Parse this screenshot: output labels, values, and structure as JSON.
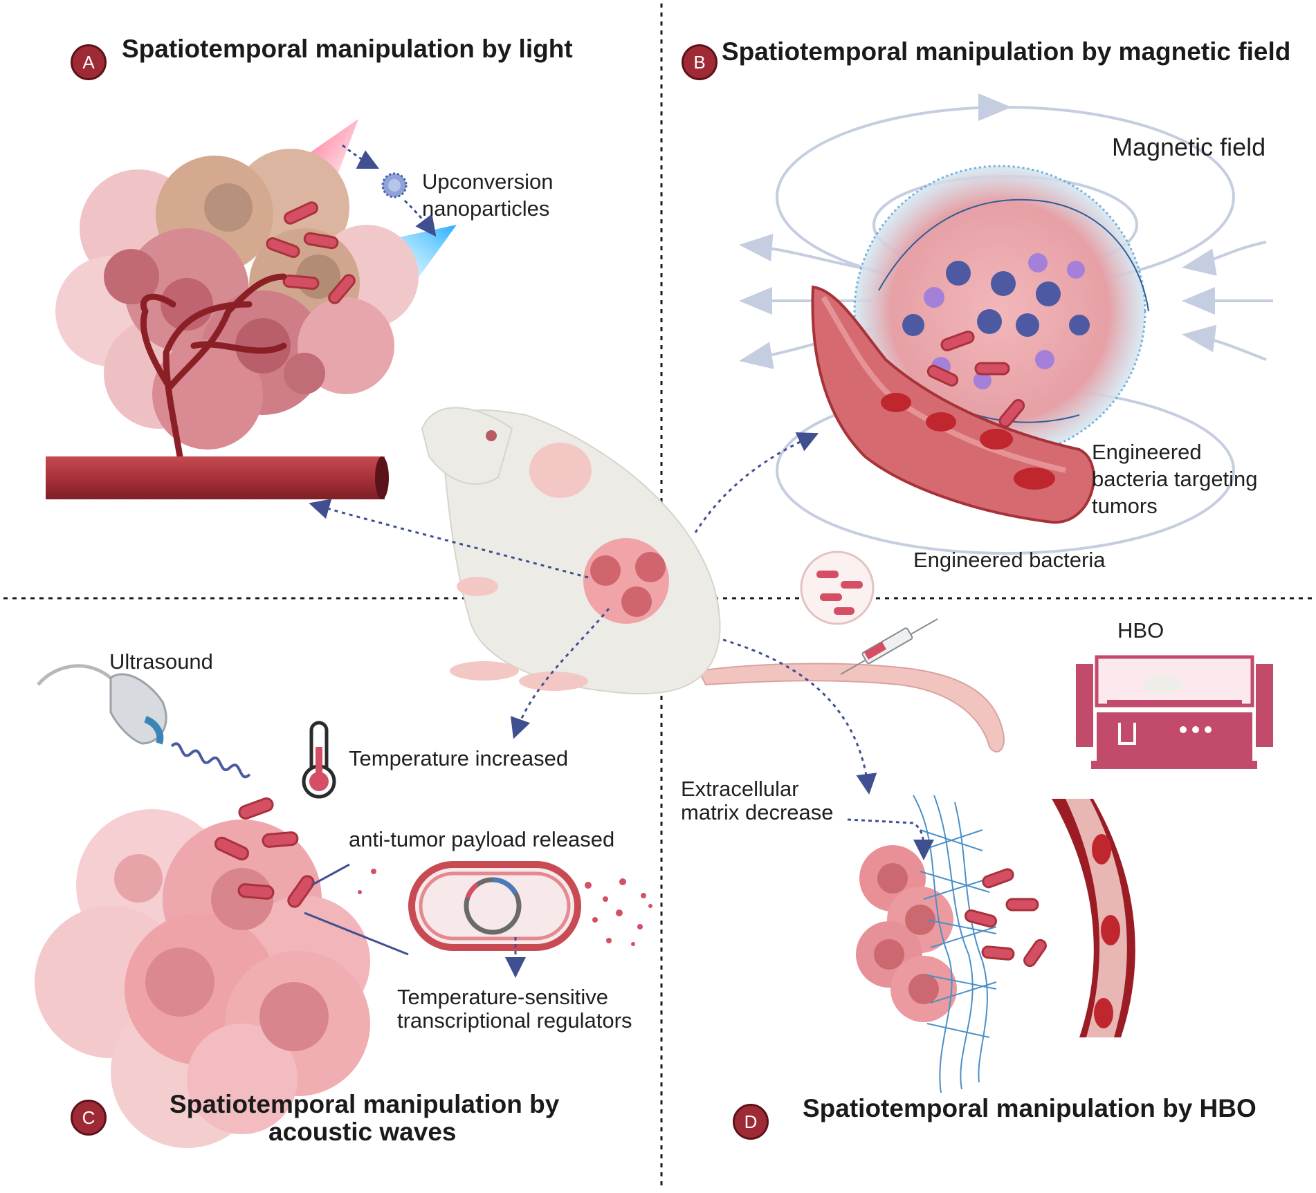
{
  "panels": {
    "a": {
      "letter": "A",
      "title": "Spatiotemporal manipulation by light"
    },
    "b": {
      "letter": "B",
      "title": "Spatiotemporal manipulation by magnetic field"
    },
    "c": {
      "letter": "C",
      "title_line1": "Spatiotemporal manipulation by",
      "title_line2": "acoustic waves"
    },
    "d": {
      "letter": "D",
      "title": "Spatiotemporal manipulation by HBO"
    }
  },
  "labels": {
    "upconversion_1": "Upconversion",
    "upconversion_2": "nanoparticles",
    "magnetic_field": "Magnetic field",
    "eng_target_1": "Engineered",
    "eng_target_2": "bacteria targeting",
    "eng_target_3": "tumors",
    "engineered_bacteria": "Engineered bacteria",
    "hbo": "HBO",
    "ultrasound": "Ultrasound",
    "temperature_increased": "Temperature increased",
    "payload": "anti-tumor payload  released",
    "temp_sensitive_1": "Temperature-sensitive",
    "temp_sensitive_2": "transcriptional regulators",
    "ecm_1": "Extracellular",
    "ecm_2": "matrix decrease"
  },
  "colors": {
    "badge": "#9e2a35",
    "vessel": "#a8323a",
    "tumor": "#e8959a",
    "bacteria": "#c94a5c",
    "arrow": "#3f4f8f",
    "field": "#c5cde0",
    "ecm": "#4a90c8",
    "hbo_device": "#c24a6a"
  },
  "icons": [
    "thermometer-icon",
    "ultrasound-probe-icon",
    "syringe-icon",
    "mouse-illustration",
    "hbo-chamber-icon"
  ]
}
